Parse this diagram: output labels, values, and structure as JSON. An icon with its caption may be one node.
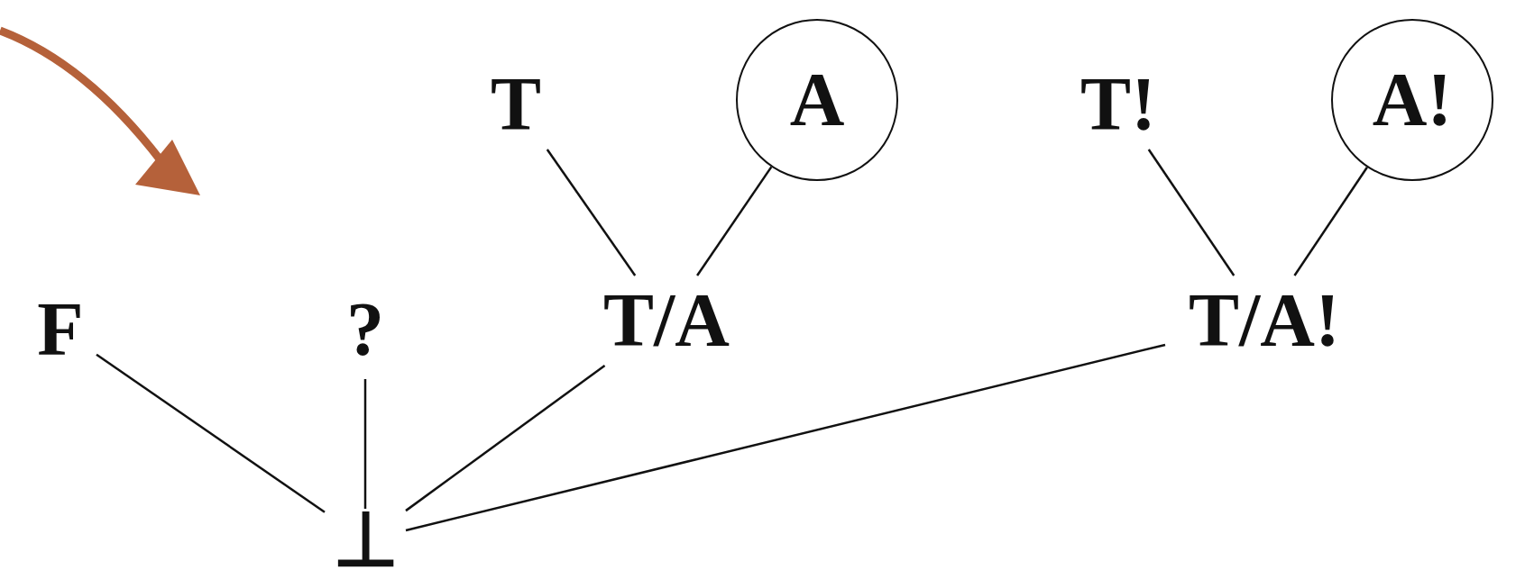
{
  "diagram": {
    "nodes": [
      {
        "text": [
          "T"
        ]
      },
      {
        "text": [
          "A"
        ]
      },
      {
        "text": [
          "T!"
        ]
      },
      {
        "text": [
          "A!"
        ]
      },
      {
        "text": [
          "F"
        ]
      },
      {
        "text": [
          "?"
        ]
      },
      {
        "text": [
          "T/A"
        ]
      },
      {
        "text": [
          "T/A!"
        ]
      },
      {
        "text": [
          "⊥"
        ]
      }
    ],
    "edges": [
      {
        "from": 0,
        "to": 6,
        "arrow": "none"
      },
      {
        "from": 1,
        "to": 6,
        "arrow": "none"
      },
      {
        "from": 2,
        "to": 7,
        "arrow": "none"
      },
      {
        "from": 3,
        "to": 7,
        "arrow": "none"
      },
      {
        "from": 4,
        "to": 8,
        "arrow": "none"
      },
      {
        "from": 5,
        "to": 8,
        "arrow": "none"
      },
      {
        "from": 6,
        "to": 8,
        "arrow": "none"
      },
      {
        "from": 7,
        "to": 8,
        "arrow": "none"
      }
    ]
  }
}
